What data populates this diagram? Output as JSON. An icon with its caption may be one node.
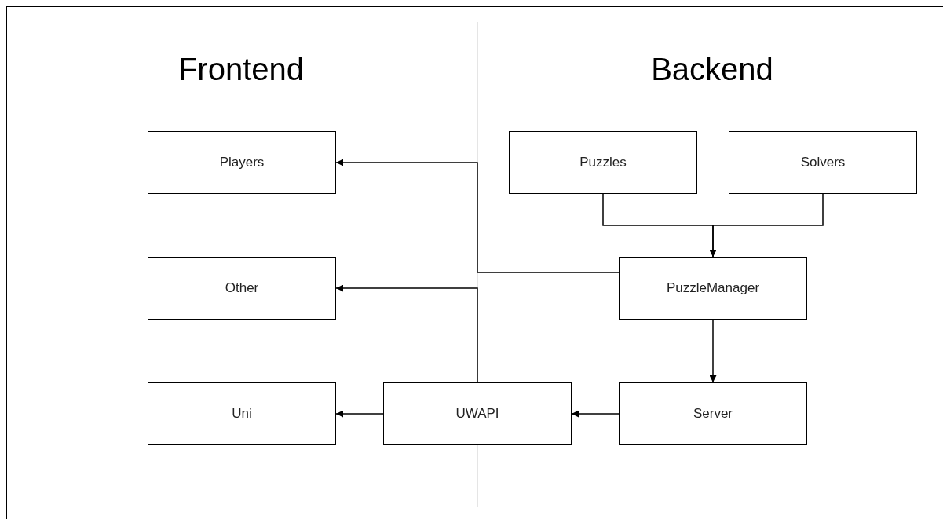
{
  "diagram": {
    "nodes": [
      {
        "text": [
          "Players"
        ]
      },
      {
        "text": [
          "Puzzles"
        ]
      },
      {
        "text": [
          "Solvers"
        ]
      },
      {
        "text": [
          "Other"
        ]
      },
      {
        "text": [
          "PuzzleManager"
        ]
      },
      {
        "text": [
          "Uni"
        ]
      },
      {
        "text": [
          "UWAPI"
        ]
      },
      {
        "text": [
          "Server"
        ]
      }
    ],
    "edges": [
      {
        "from": 1,
        "to": 4,
        "arrow": "to"
      },
      {
        "from": 2,
        "to": 4,
        "arrow": "to"
      },
      {
        "from": 4,
        "to": 0,
        "arrow": "to"
      },
      {
        "from": 4,
        "to": 7,
        "arrow": "to"
      },
      {
        "from": 7,
        "to": 6,
        "arrow": "to"
      },
      {
        "from": 6,
        "to": 5,
        "arrow": "to"
      },
      {
        "from": 6,
        "to": 3,
        "arrow": "to"
      }
    ],
    "labels": [
      "Frontend",
      "Backend"
    ]
  }
}
